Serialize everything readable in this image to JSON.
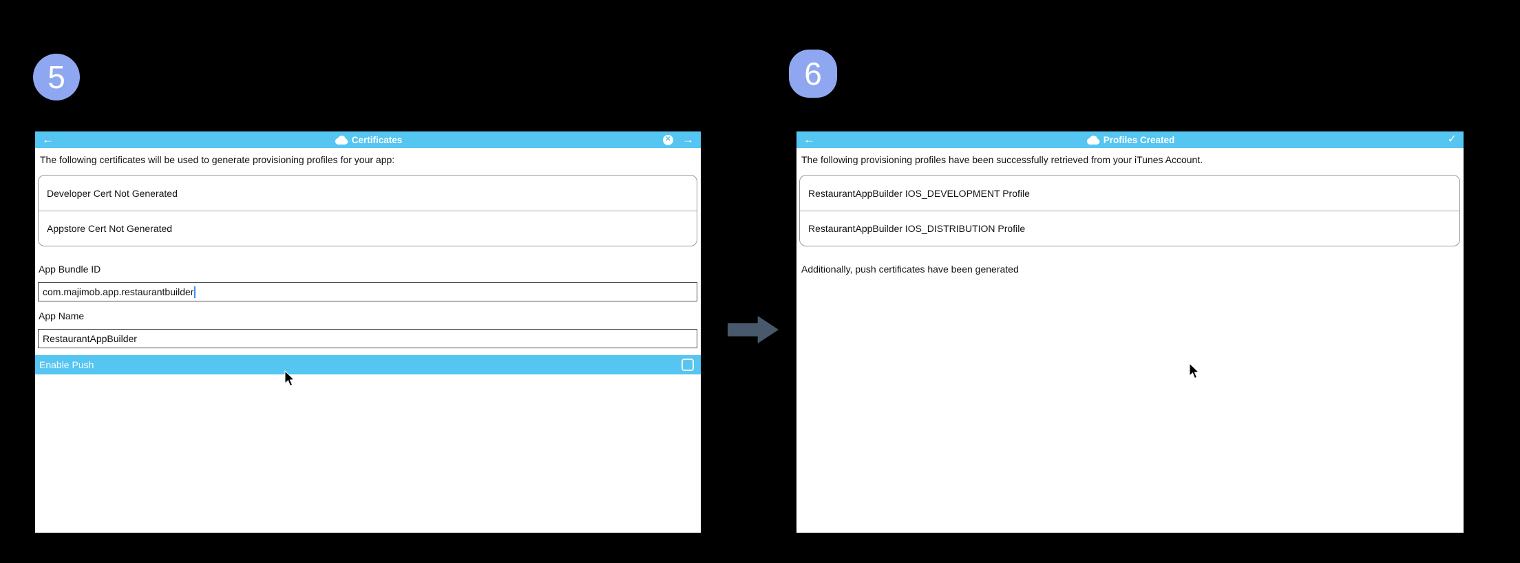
{
  "badges": {
    "step5": "5",
    "step6": "6"
  },
  "colors": {
    "background": "#000000",
    "header_blue": "#55c5f2",
    "highlight_row_blue": "#55c5f2",
    "badge_periwinkle": "#8ea7f0",
    "flow_arrow_gray": "#47596b",
    "caret_blue": "#3f8fe8"
  },
  "icons": {
    "back_arrow": "←",
    "forward_arrow": "→",
    "close_x": "✕",
    "checkmark": "✓",
    "cloud": "cloud-icon"
  },
  "panel_certificates": {
    "title": "Certificates",
    "intro": "The following certificates will be used to generate provisioning profiles for your app:",
    "cert_rows": [
      "Developer Cert Not Generated",
      "Appstore Cert Not Generated"
    ],
    "fields": [
      {
        "label": "App Bundle ID",
        "value": "com.majimob.app.restaurantbuilder"
      },
      {
        "label": "App Name",
        "value": "RestaurantAppBuilder"
      }
    ],
    "enable_push": {
      "label": "Enable Push",
      "checked": false
    }
  },
  "panel_profiles": {
    "title": "Profiles Created",
    "intro": "The following provisioning profiles have been successfully retrieved from your iTunes Account.",
    "profile_rows": [
      "RestaurantAppBuilder IOS_DEVELOPMENT Profile",
      "RestaurantAppBuilder IOS_DISTRIBUTION Profile"
    ],
    "footer": "Additionally, push certificates have been generated"
  }
}
